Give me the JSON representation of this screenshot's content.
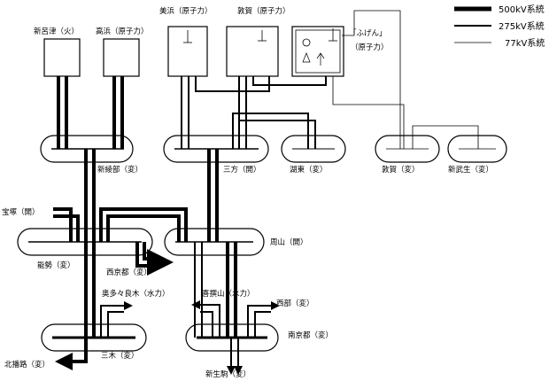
{
  "legend": [
    {
      "label": "500kV系統"
    },
    {
      "label": "275kV系統"
    },
    {
      "label": "77kV系統"
    }
  ],
  "plants": {
    "shin_onyu": "新呂津（火）",
    "takahama": "高浜（原子力）",
    "mihama": "美浜（原子力）",
    "tsuruga": "敦賀（原子力）",
    "fugen_name": "「ふげん」",
    "fugen_type": "（原子力）"
  },
  "stations": {
    "shin_ryobu": "新綾部（変）",
    "mikata": "三方（開）",
    "reito": "湖東（変）",
    "tsuruga_sub": "敦賀（変）",
    "shin_takefu": "新武生（変）",
    "takarazuka": "宝塚（開）",
    "nose": "能勢（変）",
    "nishi_kyoto": "西京都（変）",
    "suzan": "周山（開）",
    "okutatara": "奥多々良木（水力）",
    "kisenyama": "喜撰山（水力）",
    "nishibu": "西部（変）",
    "miki": "三木（変）",
    "minami_kyoto": "南京都（変）",
    "kita_harima": "北播路（変）",
    "shin_ikoma": "新生駒（変）"
  }
}
